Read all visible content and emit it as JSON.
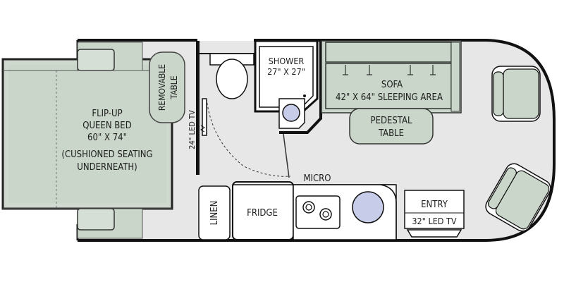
{
  "labels": {
    "bed_line1": "FLIP-UP",
    "bed_line2": "QUEEN BED",
    "bed_line3": "60\" X 74\"",
    "bed_line4": "(CUSHIONED SEATING",
    "bed_line5": "UNDERNEATH)",
    "table_line1": "REMOVABLE",
    "table_line2": "TABLE",
    "tv_side": "24\" LED TV",
    "shower_line1": "SHOWER",
    "shower_line2": "27\" X 27\"",
    "sofa_line1": "SOFA",
    "sofa_line2": "42\" X 64\" SLEEPING AREA",
    "pedestal_line1": "PEDESTAL",
    "pedestal_line2": "TABLE",
    "micro": "MICRO",
    "linen": "LINEN",
    "fridge": "FRIDGE",
    "entry": "ENTRY",
    "tv_entry": "32\" LED TV"
  },
  "colors": {
    "floor": "#e7e7e7",
    "upholstery": "#c9d6c9",
    "wall": "#111111",
    "sink": "#c7cde9"
  }
}
